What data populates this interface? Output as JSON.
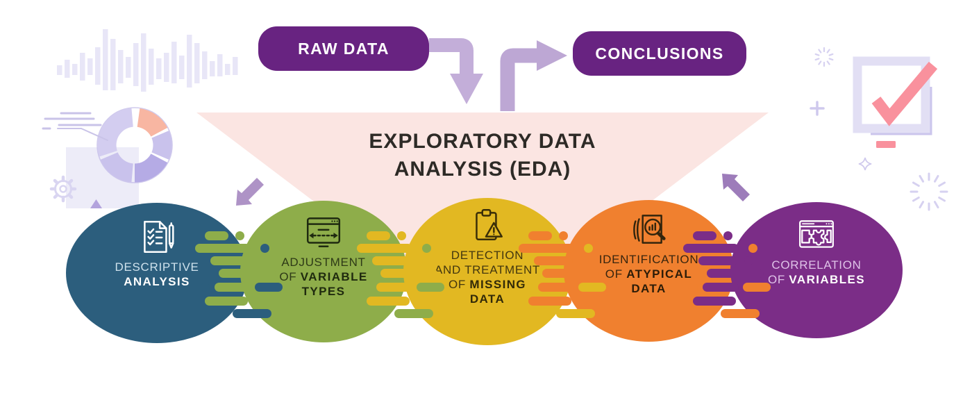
{
  "flow": {
    "raw_data_label": "RAW DATA",
    "conclusions_label": "CONCLUSIONS"
  },
  "funnel": {
    "title_line1": "EXPLORATORY DATA",
    "title_line2": "ANALYSIS (EDA)"
  },
  "bubbles": [
    {
      "id": "descriptive-analysis",
      "icon": "checklist-document-pen-icon",
      "fill": "#2c5e7d",
      "text_color": "#cfe2ed",
      "strong_color": "#ffffff",
      "lines": [
        [
          {
            "t": "DESCRIPTIVE",
            "b": 0
          }
        ],
        [
          {
            "t": "ANALYSIS",
            "b": 1
          }
        ]
      ]
    },
    {
      "id": "adjustment-of-variable-types",
      "icon": "window-resize-arrows-icon",
      "fill": "#8ead4a",
      "text_color": "#2e3a17",
      "strong_color": "#1f2a0e",
      "lines": [
        [
          {
            "t": "ADJUSTMENT",
            "b": 0
          }
        ],
        [
          {
            "t": "OF ",
            "b": 0
          },
          {
            "t": "VARIABLE",
            "b": 1
          }
        ],
        [
          {
            "t": "TYPES",
            "b": 1
          }
        ]
      ]
    },
    {
      "id": "detection-treatment-missing-data",
      "icon": "clipboard-warning-icon",
      "fill": "#e2b822",
      "text_color": "#43370f",
      "strong_color": "#322a08",
      "lines": [
        [
          {
            "t": "DETECTION",
            "b": 0
          }
        ],
        [
          {
            "t": "AND TREATMENT",
            "b": 0
          }
        ],
        [
          {
            "t": "OF ",
            "b": 0
          },
          {
            "t": "MISSING",
            "b": 1
          }
        ],
        [
          {
            "t": "DATA",
            "b": 1
          }
        ]
      ]
    },
    {
      "id": "identification-of-atypical-data",
      "icon": "documents-magnifier-chart-icon",
      "fill": "#f0802f",
      "text_color": "#38250e",
      "strong_color": "#2c1c08",
      "lines": [
        [
          {
            "t": "IDENTIFICATION",
            "b": 0
          }
        ],
        [
          {
            "t": "OF ",
            "b": 0
          },
          {
            "t": "ATYPICAL",
            "b": 1
          }
        ],
        [
          {
            "t": "DATA",
            "b": 1
          }
        ]
      ]
    },
    {
      "id": "correlation-of-variables",
      "icon": "window-puzzle-icon",
      "fill": "#7b2d87",
      "text_color": "#dfc3e8",
      "strong_color": "#ffffff",
      "lines": [
        [
          {
            "t": "CORRELATION",
            "b": 0
          }
        ],
        [
          {
            "t": "OF ",
            "b": 0
          },
          {
            "t": "VARIABLES",
            "b": 1
          }
        ]
      ]
    }
  ],
  "colors": {
    "badge_purple": "#682381",
    "funnel_pink": "#fbe5e2",
    "title_text": "#2d2a26",
    "flow_arrow_lavender": "#c3aed9",
    "small_arrow_purple": "#a98bc4",
    "check_pink": "#f9919d",
    "deco_lavender": "#d6d1f0"
  },
  "decorations": {
    "left": [
      "bar-chart-decoration",
      "donut-chart-decoration",
      "speed-lines-decoration",
      "gear-icon",
      "square-decoration",
      "triangle-decoration"
    ],
    "right": [
      "checkbox-checkmark-decoration",
      "starburst-small-icon",
      "starburst-large-icon",
      "plus-icon",
      "sparkle-icon",
      "pink-dash-decoration"
    ]
  }
}
